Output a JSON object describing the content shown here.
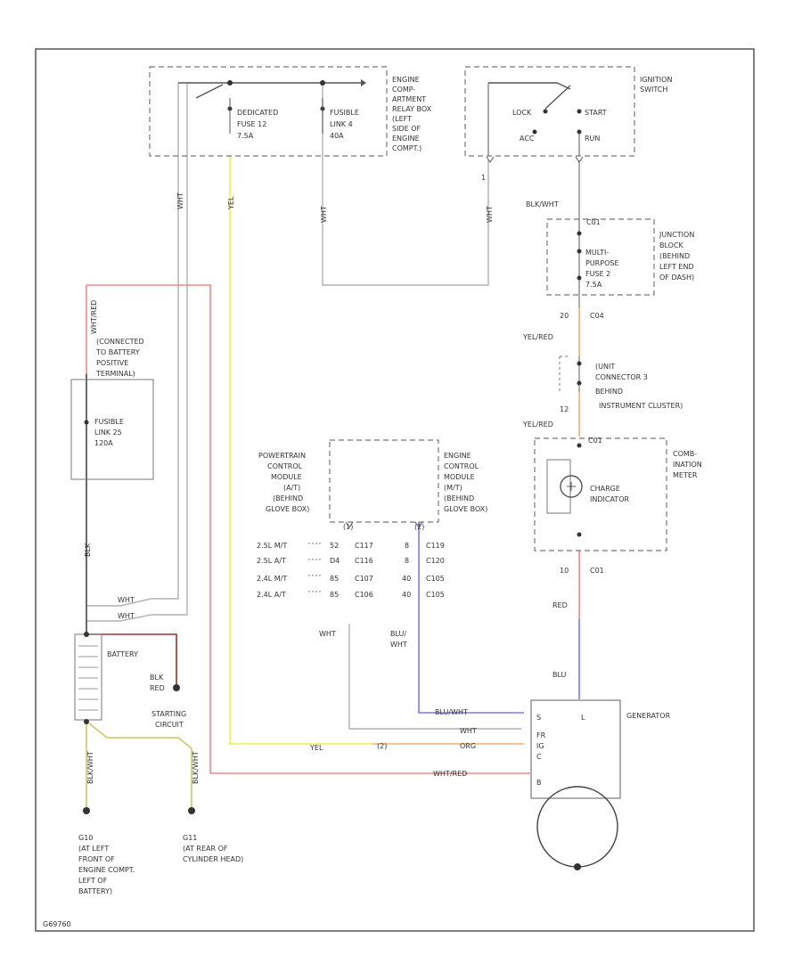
{
  "footer_code": "G69760",
  "colors": {
    "red": "#ee8888",
    "yellow": "#f0ee50",
    "blue": "#7a7af0",
    "orange": "#f0b070",
    "olive": "#c8c860",
    "dark_red": "#993333",
    "gray": "#b0b0b0",
    "frame": "#555555"
  },
  "engine_box": {
    "dedicated_fuse": [
      "DEDICATED",
      "FUSE 12",
      "7.5A"
    ],
    "fusible_link": [
      "FUSIBLE",
      "LINK 4",
      "40A"
    ],
    "label": [
      "ENGINE",
      "COMP-",
      "ARTMENT",
      "RELAY BOX",
      "(LEFT",
      "SIDE OF",
      "ENGINE",
      "COMPT.)"
    ]
  },
  "ignition": {
    "label": [
      "IGNITION",
      "SWITCH"
    ],
    "lock": "LOCK",
    "start": "START",
    "acc": "ACC",
    "run": "RUN",
    "pin": "1"
  },
  "wires": {
    "wht1": "WHT",
    "yel": "YEL",
    "wht2": "WHT",
    "wht3": "WHT",
    "blk_wht": "BLK/WHT",
    "wht_red_v": "WHT/RED",
    "yel_red1": "YEL/RED",
    "yel_red2": "YEL/RED",
    "red_v": "RED",
    "blu_v": "BLU",
    "wht_a": "WHT",
    "wht_b": "WHT",
    "blk": "BLK",
    "red": "RED",
    "wht_pcm": "WHT",
    "blu_wht": [
      "BLU/",
      "WHT"
    ],
    "blu_wht_h": "BLU/WHT",
    "wht_h": "WHT",
    "yel_h": "YEL",
    "org_h": "ORG",
    "wht_red_h": "WHT/RED",
    "blk_wht_g1": "BLK/WHT",
    "blk_wht_g2": "BLK/WHT"
  },
  "junction": {
    "label": [
      "JUNCTION",
      "BLOCK",
      "(BEHIND",
      "LEFT END",
      "OF DASH)"
    ],
    "fuse": [
      "MULTI-",
      "PURPOSE",
      "FUSE 2",
      "7.5A"
    ],
    "c_top": "C01",
    "c_bottom": "C04",
    "pin_c04": "20"
  },
  "connector": {
    "label": [
      "(UNIT",
      "CONNECTOR 3",
      "BEHIND",
      "INSTRUMENT CLUSTER)"
    ],
    "pin": "12"
  },
  "combination_meter": {
    "label": [
      "COMB-",
      "INATION",
      "METER"
    ],
    "charge": [
      "CHARGE",
      "INDICATOR"
    ],
    "c_top": "C01",
    "c_bottom": "C01",
    "pin": "10"
  },
  "pcm": {
    "left_label": [
      "POWERTRAIN",
      "CONTROL",
      "MODULE",
      "(A/T)",
      "(BEHIND",
      "GLOVE BOX)"
    ],
    "right_label": [
      "ENGINE",
      "CONTROL",
      "MODULE",
      "(M/T)",
      "(BEHIND",
      "GLOVE BOX)"
    ],
    "pin_a": "(1)",
    "pin_b": "(2)",
    "rows": [
      {
        "model": "2.5L M/T",
        "p1": "52",
        "c1": "C117",
        "p2": "8",
        "c2": "C119"
      },
      {
        "model": "2.5L A/T",
        "p1": "D4",
        "c1": "C116",
        "p2": "8",
        "c2": "C120"
      },
      {
        "model": "2.4L M/T",
        "p1": "85",
        "c1": "C107",
        "p2": "40",
        "c2": "C105"
      },
      {
        "model": "2.4L A/T",
        "p1": "85",
        "c1": "C106",
        "p2": "40",
        "c2": "C105"
      }
    ]
  },
  "battery": {
    "label": "BATTERY",
    "connected": [
      "(CONNECTED",
      "TO BATTERY",
      "POSITIVE",
      "TERMINAL)"
    ],
    "fusible": [
      "FUSIBLE",
      "LINK 25",
      "120A"
    ]
  },
  "starting_circuit": [
    "STARTING",
    "CIRCUIT"
  ],
  "generator": {
    "label": "GENERATOR",
    "pins": [
      "S",
      "FR",
      "IG",
      "C",
      "B"
    ],
    "l": "L",
    "ig_pin": "(2)"
  },
  "grounds": {
    "g1": [
      "G10",
      "(AT LEFT",
      "FRONT OF",
      "ENGINE COMPT.",
      "LEFT OF",
      "BATTERY)"
    ],
    "g2": [
      "G11",
      "(AT REAR OF",
      "CYLINDER HEAD)"
    ]
  }
}
